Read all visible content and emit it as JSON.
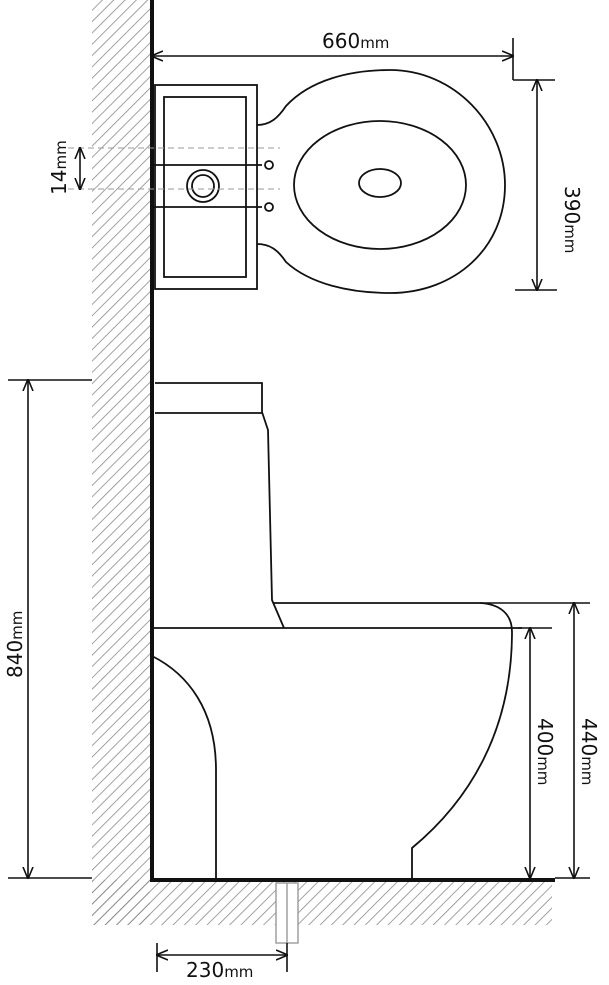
{
  "dimensions": {
    "total_width": {
      "value": "660",
      "unit": "mm"
    },
    "seat_width": {
      "value": "390",
      "unit": "mm"
    },
    "inlet_offset": {
      "value": "14",
      "unit": "mm"
    },
    "total_height": {
      "value": "840",
      "unit": "mm"
    },
    "seat_height": {
      "value": "400",
      "unit": "mm"
    },
    "rim_height": {
      "value": "440",
      "unit": "mm"
    },
    "outlet_distance": {
      "value": "230",
      "unit": "mm"
    }
  },
  "colors": {
    "line": "#111111",
    "hatch": "#8a8a8a",
    "dashed": "#9a9a9a"
  }
}
